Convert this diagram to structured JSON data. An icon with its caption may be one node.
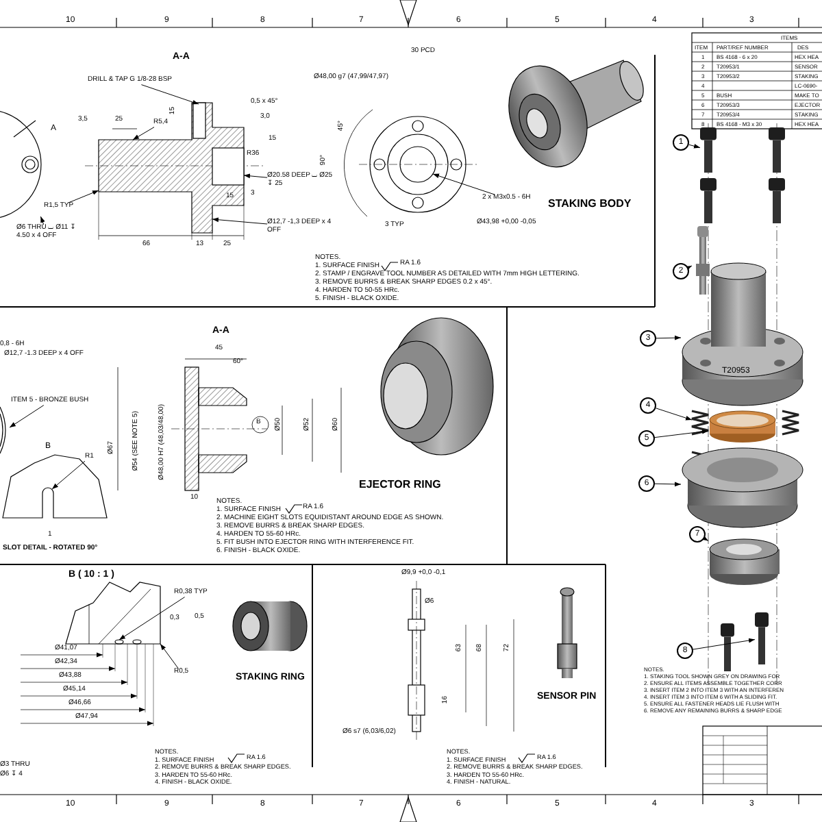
{
  "diagram": {
    "nodes": [
      {
        "text": [
          "1"
        ]
      },
      {
        "text": [
          "2"
        ]
      },
      {
        "text": [
          "3"
        ]
      },
      {
        "text": [
          "4"
        ]
      },
      {
        "text": [
          "5"
        ]
      },
      {
        "text": [
          "6"
        ]
      },
      {
        "text": [
          "7"
        ]
      },
      {
        "text": [
          "8"
        ]
      },
      {
        "text": [],
        "shape": "picture"
      },
      {
        "text": [],
        "shape": "picture"
      },
      {
        "text": [],
        "shape": "picture"
      },
      {
        "text": [],
        "shape": "picture"
      },
      {
        "text": [],
        "shape": "cylinder"
      },
      {
        "text": [],
        "shape": "picture"
      },
      {
        "text": [],
        "shape": "picture"
      },
      {
        "text": [],
        "shape": "picture"
      },
      {
        "text": [
          "DRILL & TAP G 1/8-28 BSP"
        ]
      },
      {
        "text": [
          "R5,4"
        ]
      },
      {
        "text": [
          "R1,5 TYP"
        ]
      },
      {
        "text": [
          "Ø6 THRU ⌴ Ø11 ↧ 4.50 x 4 OFF"
        ]
      },
      {
        "text": [
          "Ø20.58 DEEP ⌴ Ø25 ↧ 25"
        ]
      },
      {
        "text": [
          "Ø12,7 -1,3 DEEP x 4 OFF"
        ]
      },
      {
        "text": [
          "2 x M3x0.5 - 6H"
        ]
      },
      {
        "text": [
          "ITEM 5 - BRONZE BUSH"
        ]
      },
      {
        "text": [
          "R1"
        ]
      },
      {
        "text": [
          "R0,38 TYP"
        ]
      },
      {
        "text": [
          "R0,5"
        ]
      },
      {
        "text": [],
        "shape": "picture"
      },
      {
        "text": [],
        "shape": "picture"
      },
      {
        "text": [],
        "shape": "picture"
      },
      {
        "text": [],
        "shape": "picture"
      },
      {
        "text": [],
        "shape": "picture"
      },
      {
        "text": [],
        "shape": "picture"
      },
      {
        "text": [],
        "shape": "picture"
      }
    ],
    "edges": [
      {
        "from": 0,
        "to": 8,
        "arrow": "to"
      },
      {
        "from": 1,
        "to": 9,
        "arrow": "to"
      },
      {
        "from": 2,
        "to": 10,
        "arrow": "to"
      },
      {
        "from": 3,
        "to": 11,
        "arrow": "to"
      },
      {
        "from": 4,
        "to": 12,
        "arrow": "to"
      },
      {
        "from": 5,
        "to": 13,
        "arrow": "to"
      },
      {
        "from": 6,
        "to": 14,
        "arrow": "to"
      },
      {
        "from": 7,
        "to": 15,
        "arrow": "to"
      },
      {
        "from": 16,
        "to": 28,
        "arrow": "to"
      },
      {
        "from": 17,
        "to": 28,
        "arrow": "to"
      },
      {
        "from": 18,
        "to": 28,
        "arrow": "to"
      },
      {
        "from": 19,
        "to": 27,
        "arrow": "to"
      },
      {
        "from": 20,
        "to": 28,
        "arrow": "to"
      },
      {
        "from": 21,
        "to": 28,
        "arrow": "to"
      },
      {
        "from": 22,
        "to": 29,
        "arrow": "to"
      },
      {
        "from": 23,
        "to": 33,
        "arrow": "to"
      },
      {
        "from": 24,
        "to": 30,
        "arrow": "to"
      },
      {
        "from": 25,
        "to": 32,
        "arrow": "to"
      },
      {
        "from": 26,
        "to": 32,
        "arrow": "to"
      }
    ],
    "labels": [
      "10",
      "9",
      "8",
      "7",
      "6",
      "5",
      "4",
      "3",
      "A-A",
      "3,5",
      "25",
      "15",
      "0,5 x 45°",
      "3,0",
      "15",
      "R36",
      "3",
      "15",
      "A",
      "66",
      "13",
      "25",
      "Ø48,00 g7 (47,99/47,97)",
      "30 PCD",
      "45°",
      "90°",
      "3 TYP",
      "Ø43,98 +0,00 -0,05",
      "STAKING BODY",
      "NOTES.",
      "1. SURFACE FINISH",
      "RA 1.6",
      "2. STAMP / ENGRAVE TOOL NUMBER AS DETAILED WITH 7mm HIGH LETTERING.",
      "3. REMOVE BURRS & BREAK SHARP EDGES 0.2 x 45°.",
      "4. HARDEN TO 50-55 HRc.",
      "5. FINISH - BLACK OXIDE.",
      "ITEMS",
      "ITEM",
      "PART/REF NUMBER",
      "DES",
      "1",
      "BS 4168 - 6 x 20",
      "HEX HEA",
      "2",
      "T20953/1",
      "SENSOR",
      "3",
      "T20953/2",
      "STAKING",
      "4",
      "LC-0690-",
      "5",
      "BUSH",
      "MAKE TO",
      "6",
      "T20953/3",
      "EJECTOR",
      "7",
      "T20953/4",
      "STAKING",
      "8",
      "BS 4168 - M3 x 30",
      "HEX HEA",
      "T20953",
      "0,8 - 6H",
      "Ø12,7 -1.3 DEEP x 4 OFF",
      "B",
      "1",
      "SLOT DETAIL - ROTATED 90°",
      "A-A",
      "45",
      "60°",
      "Ø67",
      "Ø54 (SEE NOTE 5)",
      "Ø48,00 H7 (48,03/48,00)",
      "B",
      "Ø50",
      "Ø52",
      "Ø60",
      "10",
      "EJECTOR RING",
      "NOTES.",
      "1. SURFACE FINISH",
      "RA 1.6",
      "2. MACHINE EIGHT SLOTS EQUIDISTANT AROUND EDGE AS SHOWN.",
      "3. REMOVE BURRS & BREAK SHARP EDGES.",
      "4. HARDEN TO 55-60 HRc.",
      "5. FIT BUSH INTO EJECTOR RING WITH INTERFERENCE FIT.",
      "6. FINISH - BLACK OXIDE.",
      "B ( 10 : 1 )",
      "0,3",
      "0,5",
      "Ø41,07",
      "Ø42,34",
      "Ø43,88",
      "Ø45,14",
      "Ø46,66",
      "Ø47,94",
      "Ø3 THRU",
      "Ø6 ↧ 4",
      "STAKING RING",
      "NOTES.",
      "1. SURFACE FINISH",
      "RA 1.6",
      "2. REMOVE BURRS & BREAK SHARP EDGES.",
      "3. HARDEN TO 55-60 HRc.",
      "4. FINISH - BLACK OXIDE.",
      "Ø9,9 +0,0 -0,1",
      "Ø6",
      "63",
      "68",
      "72",
      "16",
      "Ø6 s7 (6,03/6,02)",
      "SENSOR PIN",
      "NOTES.",
      "1. SURFACE FINISH",
      "RA 1.6",
      "2. REMOVE BURRS & BREAK SHARP EDGES.",
      "3. HARDEN TO 55-60 HRc.",
      "4. FINISH - NATURAL.",
      "NOTES.",
      "1. STAKING TOOL SHOWN GREY ON DRAWING FOR",
      "2. ENSURE ALL ITEMS ASSEMBLE TOGETHER CORR",
      "3. INSERT ITEM 2 INTO ITEM 3 WITH AN INTERFEREN",
      "4. INSERT ITEM 3 INTO ITEM 6 WITH A SLIDING FIT.",
      "5. ENSURE ALL FASTENER HEADS LIE FLUSH WITH",
      "6. REMOVE ANY REMAINING BURRS & SHARP EDGE",
      "10",
      "9",
      "8",
      "7",
      "6",
      "5",
      "4",
      "3"
    ]
  }
}
